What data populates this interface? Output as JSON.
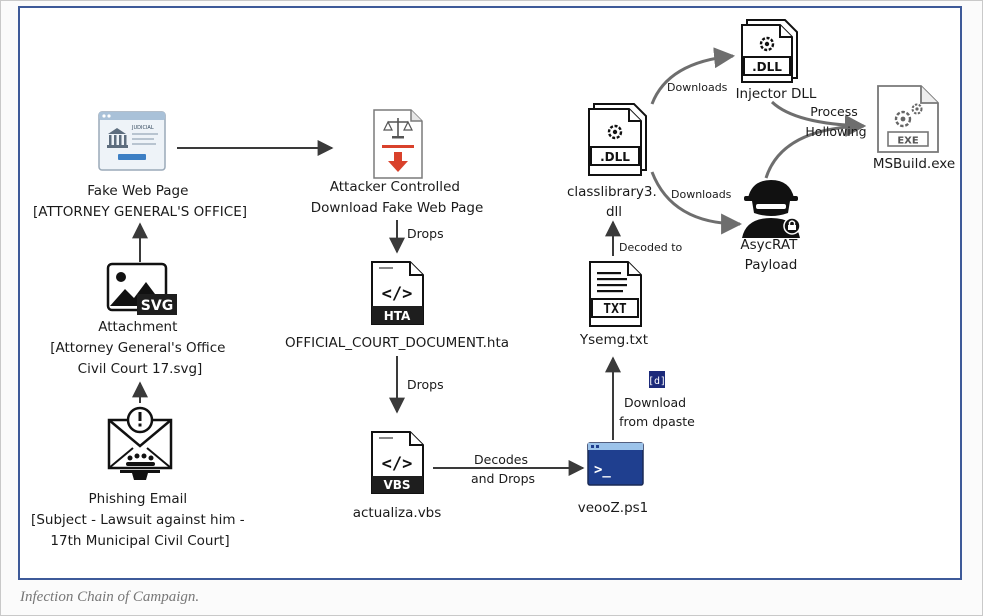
{
  "nodes": {
    "fake_web_page": [
      "Fake Web Page",
      "[ATTORNEY GENERAL'S OFFICE]"
    ],
    "attacker_page": [
      "Attacker Controlled",
      "Download Fake Web Page"
    ],
    "attachment": [
      "Attachment",
      "[Attorney General's Office",
      "Civil Court 17.svg]"
    ],
    "phishing_email": [
      "Phishing Email",
      "[Subject - Lawsuit against him -",
      "17th Municipal Civil Court]"
    ],
    "hta": [
      "OFFICIAL_COURT_DOCUMENT.hta"
    ],
    "vbs": [
      "actualiza.vbs"
    ],
    "ps1": [
      "veooZ.ps1"
    ],
    "txt": [
      "Ysemg.txt"
    ],
    "dll": [
      "classlibrary3.",
      "dll"
    ],
    "injector": [
      "Injector DLL"
    ],
    "msbuild": [
      "MSBuild.exe"
    ],
    "asyncrat": [
      "AsycRAT",
      "Payload"
    ]
  },
  "icons": {
    "judicial_header": "JUDICIAL",
    "svg_badge": "SVG",
    "hta_badge": "HTA",
    "vbs_badge": "VBS",
    "txt_badge": "TXT",
    "dll_badge": ".DLL",
    "injector_badge": ".DLL",
    "exe_badge": "EXE",
    "dpaste_badge": "[d]",
    "ps_prompt": ">_"
  },
  "edges": {
    "drops1": "Drops",
    "drops2": "Drops",
    "decodes": [
      "Decodes",
      "and Drops"
    ],
    "dpaste": [
      "Download",
      "from dpaste"
    ],
    "decoded_to": "Decoded to",
    "downloads1": "Downloads",
    "downloads2": "Downloads",
    "process": [
      "Process",
      "Hollowing"
    ]
  },
  "caption": "Infection Chain of Campaign.",
  "colors": {
    "frame": "#3e5a99",
    "accent_red": "#d9412b",
    "terminal_blue": "#1f3f8f",
    "dpaste_navy": "#1c2a7a",
    "arrow": "#444444"
  }
}
